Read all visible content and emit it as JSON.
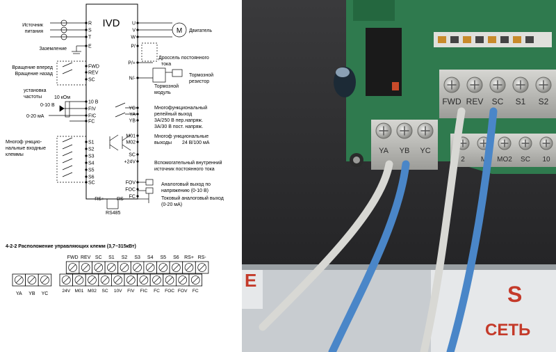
{
  "diagram": {
    "ivd_title": "IVD",
    "left_labels": {
      "supply": [
        "Источник",
        "питания"
      ],
      "ground": "Заземление",
      "rotation": [
        "Вращение вперед",
        "Вращение назад"
      ],
      "freq": [
        "установка",
        "частоты"
      ],
      "pot": "10 кОм",
      "volt_in": "0-10 В",
      "curr_in": "0-20 мА",
      "multi_in": [
        "Многоф ункцио-",
        "нальные входные",
        "клеммы"
      ]
    },
    "left_terminals": [
      "R",
      "S",
      "T",
      "E",
      "FWD",
      "REV",
      "SC",
      "10 В",
      "FIV",
      "FIC",
      "FC",
      "S1",
      "S2",
      "S3",
      "S4",
      "S5",
      "S6",
      "SC"
    ],
    "right_terminals": [
      "U",
      "V",
      "W",
      "P/",
      "P/+",
      "N/-",
      "YC",
      "YA",
      "YB",
      "M01",
      "M02",
      "SC",
      "+24V",
      "FOV",
      "FOC",
      "FC"
    ],
    "bottom_terminals": [
      "RS+",
      "RS-"
    ],
    "rs485": "RS485",
    "motor_symbol": "M",
    "right_labels": {
      "motor": "Двигатель",
      "choke": [
        "Дроссель постоянного",
        "тока"
      ],
      "brake_res": [
        "Тормозной",
        "резистор"
      ],
      "brake_mod": [
        "Тормозной",
        "модуль"
      ],
      "relay": [
        "Многофункциональный",
        "релейный выход",
        "3А/250 В пер.напряж.",
        "3А/30 В пост. напряж."
      ],
      "outputs": [
        "Многоф ункциональные",
        "выходы"
      ],
      "outputs_rating": "24 В/100 мА",
      "aux": [
        "Вспомогательный внутренний",
        "источник постоянного тока"
      ],
      "analog_v": [
        "Аналоговый выход по",
        "напряжению (0-10 В)"
      ],
      "analog_i": [
        "Токовый аналоговый выход",
        "(0-20 мА)"
      ]
    },
    "section_title": "4-2-2 Расположение управляющих клемм (3,7~315кВт)",
    "block_left_labels": [
      "YA",
      "YB",
      "YC"
    ],
    "block_top_labels": [
      "FWD",
      "REV",
      "SC",
      "S1",
      "S2",
      "S3",
      "S4",
      "S5",
      "S6",
      "RS+",
      "RS-"
    ],
    "block_bottom_labels": [
      "24V",
      "M01",
      "M02",
      "SC",
      "10V",
      "FIV",
      "FIC",
      "FC",
      "FOC",
      "FOV",
      "FC"
    ]
  },
  "photo": {
    "top_row_labels": [
      "FWD",
      "REV",
      "SC",
      "S1",
      "S2"
    ],
    "relay_labels": [
      "YA",
      "YB",
      "YC"
    ],
    "lower_row_labels": [
      "2",
      "M",
      "MO2",
      "SC",
      "10"
    ],
    "panel_left": "E",
    "panel_mid": "S",
    "panel_right": "СЕТЬ"
  },
  "colors": {
    "pcb": "#2f7a4e",
    "terminal": "#bdbdb8",
    "wire_blue": "#4a86c8",
    "wire_white": "#d8d8d4",
    "panel": "#c8ccd0"
  }
}
